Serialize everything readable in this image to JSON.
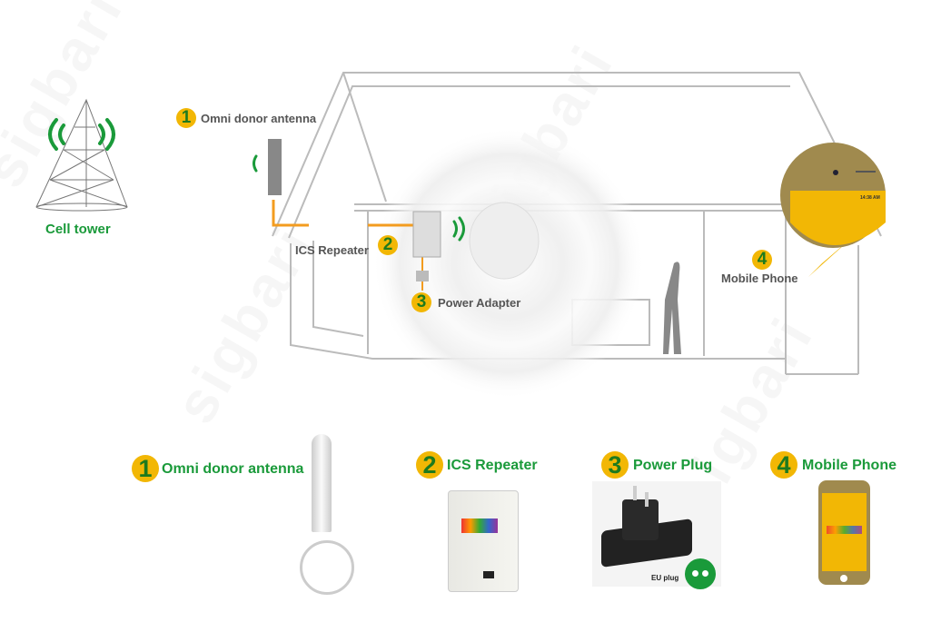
{
  "watermark": "sigbari",
  "diagram": {
    "cell_tower": "Cell tower",
    "antenna": {
      "number": "1",
      "label": "Omni donor antenna"
    },
    "repeater": {
      "number": "2",
      "label": "ICS Repeater"
    },
    "adapter": {
      "number": "3",
      "label": "Power Adapter"
    },
    "phone": {
      "number": "4",
      "label": "Mobile Phone",
      "time": "14:38 AM"
    }
  },
  "products": [
    {
      "number": "1",
      "label": "Omni donor antenna"
    },
    {
      "number": "2",
      "label": "ICS Repeater"
    },
    {
      "number": "3",
      "label": "Power Plug",
      "note": "EU plug"
    },
    {
      "number": "4",
      "label": "Mobile Phone"
    }
  ],
  "colors": {
    "green": "#1a9a3a",
    "yellow": "#f2b705",
    "cable": "#f39c1f",
    "phone_body": "#a08a4e"
  }
}
